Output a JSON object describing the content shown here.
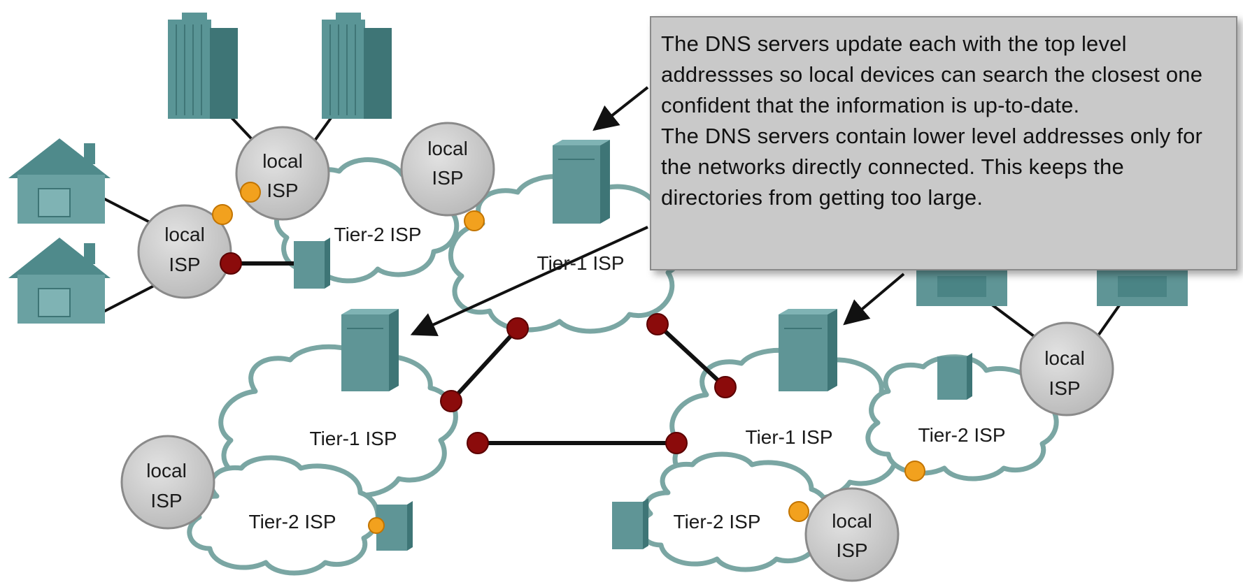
{
  "callout": {
    "paragraph1": "The DNS servers update each with the top level addressses so local devices can search the closest one confident that the information is up-to-date.",
    "paragraph2": "The DNS servers contain lower level addresses only for the networks directly connected.  This keeps the directories from getting too large."
  },
  "clouds": {
    "tier1_top": "Tier-1 ISP",
    "tier1_left": "Tier-1 ISP",
    "tier1_right": "Tier-1 ISP",
    "tier2_top": "Tier-2 ISP",
    "tier2_bottom_left": "Tier-2 ISP",
    "tier2_bottom_mid": "Tier-2 ISP",
    "tier2_right": "Tier-2 ISP"
  },
  "local_isps": {
    "line1": "local",
    "line2": "ISP"
  },
  "colors": {
    "cloud_stroke": "#7aa6a3",
    "device": "#5f9596",
    "router_node": "#8b0b0b",
    "access_node": "#f2a11e",
    "local_isp_fill": "#cfcfcf",
    "callout_bg": "#c9c9c9"
  }
}
